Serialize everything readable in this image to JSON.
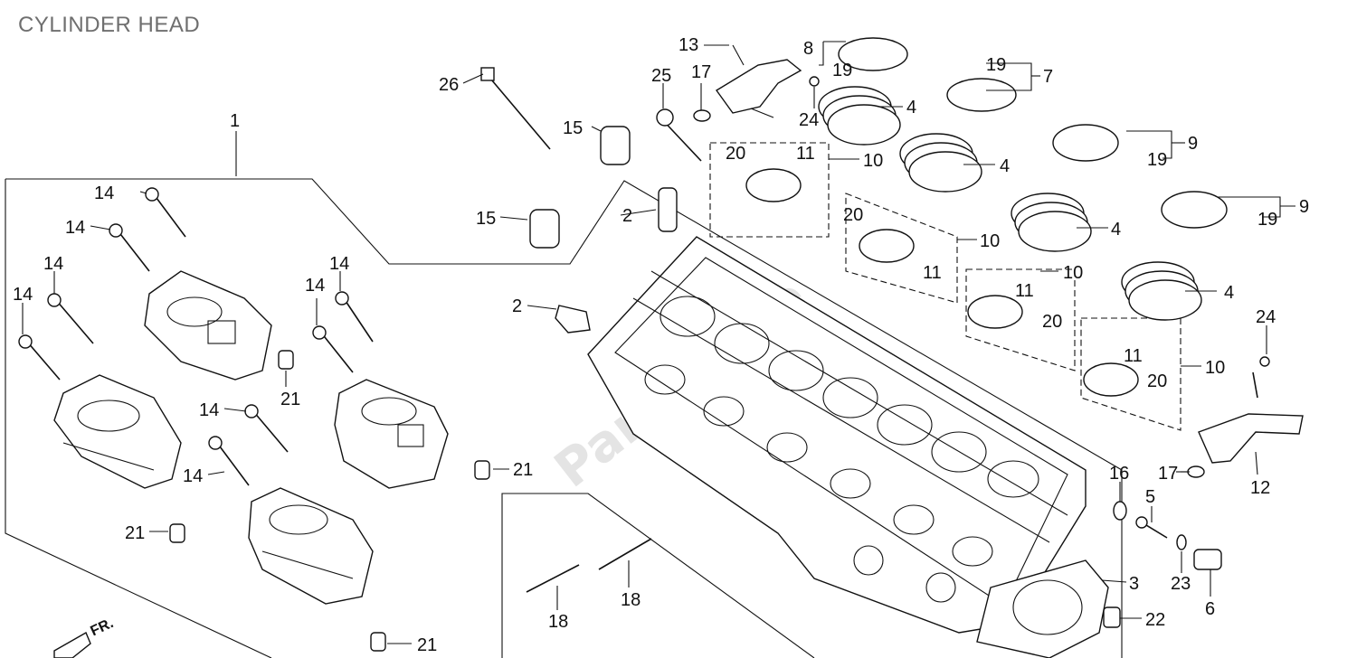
{
  "title": "CYLINDER HEAD",
  "watermark": "PartsFiche",
  "front_marker": "FR.",
  "callouts": {
    "c1": "1",
    "c2a": "2",
    "c2b": "2",
    "c3": "3",
    "c4a": "4",
    "c4b": "4",
    "c4c": "4",
    "c4d": "4",
    "c5": "5",
    "c6": "6",
    "c7": "7",
    "c8": "8",
    "c9a": "9",
    "c9b": "9",
    "c10a": "10",
    "c10b": "10",
    "c10c": "10",
    "c10d": "10",
    "c11a": "11",
    "c11b": "11",
    "c11c": "11",
    "c11d": "11",
    "c12": "12",
    "c13": "13",
    "c14a": "14",
    "c14b": "14",
    "c14c": "14",
    "c14d": "14",
    "c14e": "14",
    "c14f": "14",
    "c14g": "14",
    "c14h": "14",
    "c15a": "15",
    "c15b": "15",
    "c16": "16",
    "c17a": "17",
    "c17b": "17",
    "c18a": "18",
    "c18b": "18",
    "c19a": "19",
    "c19b": "19",
    "c19c": "19",
    "c19d": "19",
    "c20a": "20",
    "c20b": "20",
    "c20c": "20",
    "c20d": "20",
    "c21a": "21",
    "c21b": "21",
    "c21c": "21",
    "c21d": "21",
    "c22": "22",
    "c23": "23",
    "c24a": "24",
    "c24b": "24",
    "c25": "25",
    "c26": "26"
  }
}
